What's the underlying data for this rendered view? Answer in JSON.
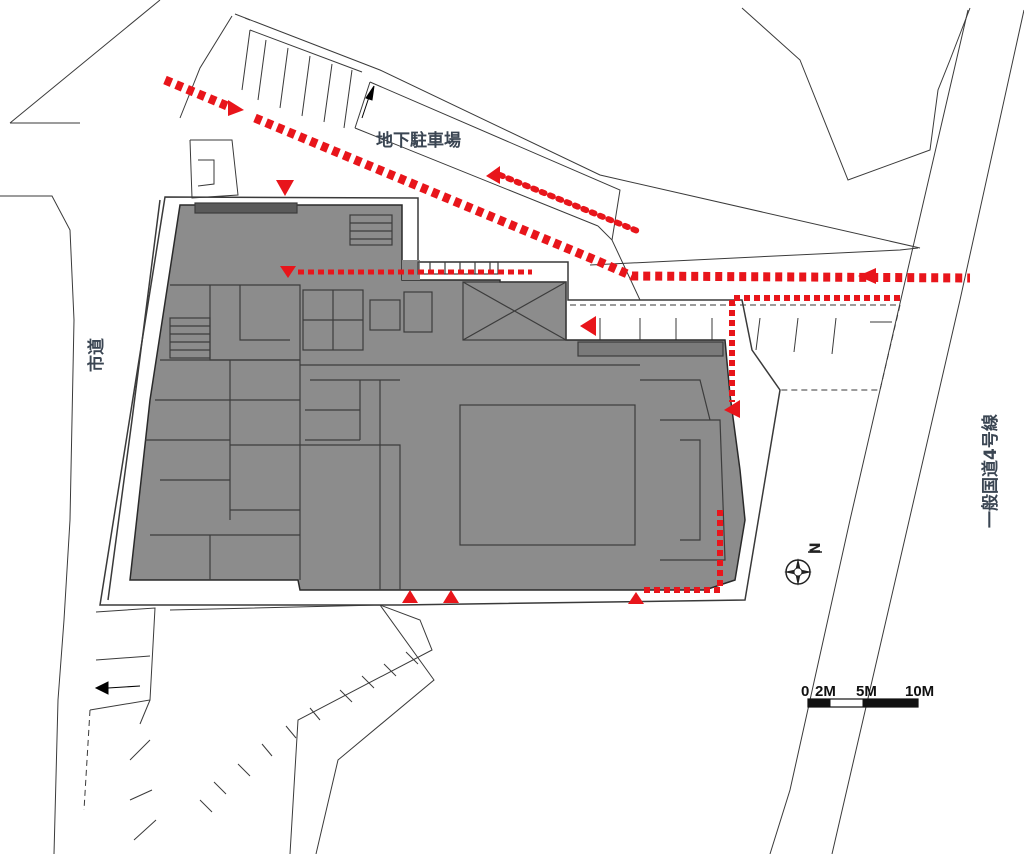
{
  "labels": {
    "underground_parking": "地下駐車場",
    "city_road": "市道",
    "national_route": "一般国道4号線"
  },
  "scale_bar": {
    "ticks": [
      "0",
      "2M",
      "5M",
      "10M"
    ]
  },
  "compass": {
    "north_letter": "N"
  },
  "colors": {
    "building": "#8c8c8c",
    "route_marker": "#e8151b",
    "line": "#3a3a3a"
  }
}
